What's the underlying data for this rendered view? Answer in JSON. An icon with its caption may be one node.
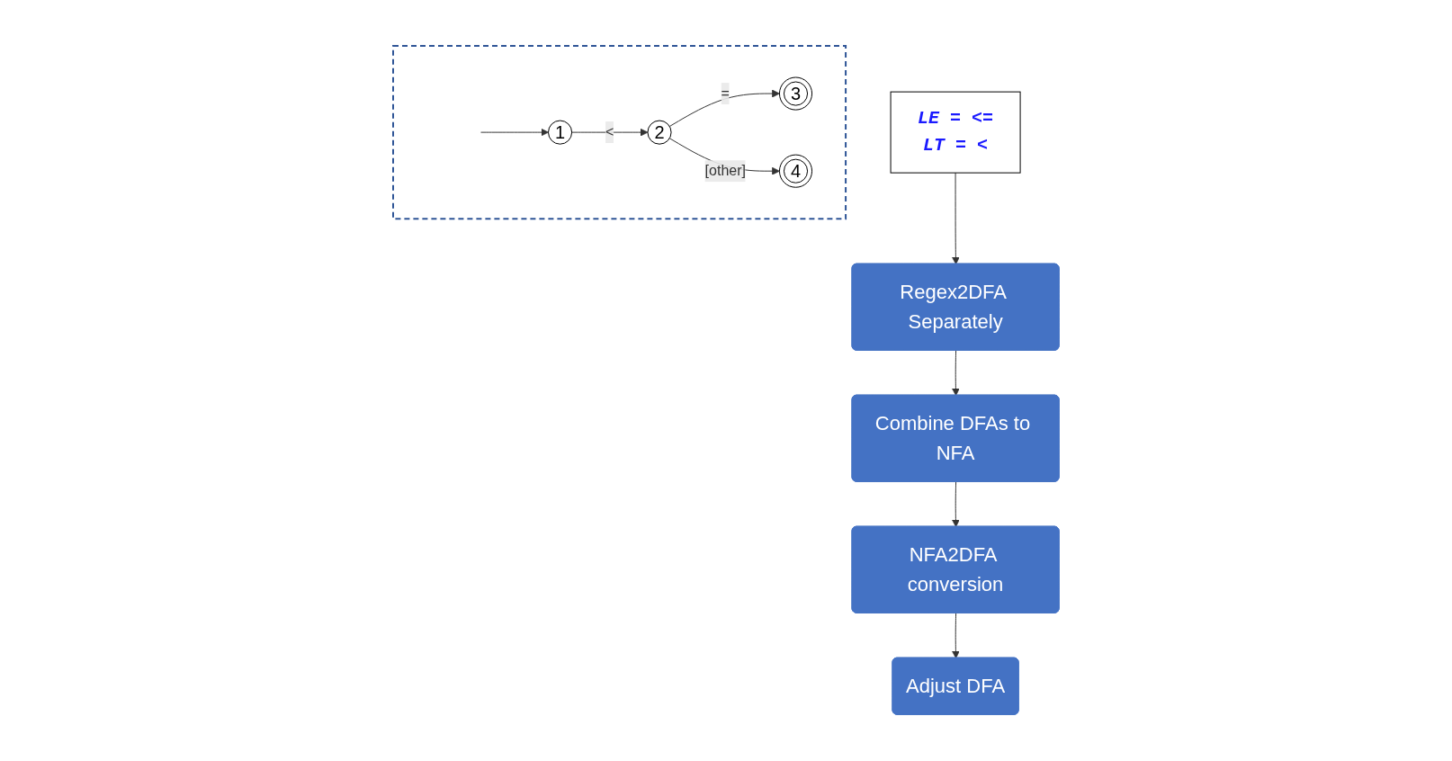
{
  "diagram": {
    "nodes": [
      {
        "text": [
          "LE = <=",
          "LT = <"
        ]
      },
      {
        "text": [
          "Regex2DFA Separately"
        ]
      },
      {
        "text": [
          "Combine DFAs to NFA"
        ]
      },
      {
        "text": [
          "NFA2DFA conversion"
        ]
      },
      {
        "text": [
          "Adjust DFA"
        ]
      },
      {
        "text": [],
        "shape": "box"
      },
      {
        "text": [
          "1"
        ],
        "in": 5
      },
      {
        "text": [
          "2"
        ],
        "in": 5
      },
      {
        "text": [
          "3"
        ],
        "in": 5
      },
      {
        "text": [
          "4"
        ],
        "in": 5
      }
    ],
    "edges": [
      {
        "from": 0,
        "to": 1,
        "arrow": "to"
      },
      {
        "from": 1,
        "to": 2,
        "arrow": "to"
      },
      {
        "from": 2,
        "to": 3,
        "arrow": "to"
      },
      {
        "from": 3,
        "to": 4,
        "arrow": "to"
      },
      {
        "from": null,
        "to": 6,
        "arrow": "to"
      },
      {
        "from": 6,
        "to": 7,
        "label": "<",
        "arrow": "to"
      },
      {
        "from": 7,
        "to": 8,
        "label": "=",
        "arrow": "to"
      },
      {
        "from": 7,
        "to": 9,
        "label": "[other]",
        "arrow": "to"
      }
    ]
  }
}
